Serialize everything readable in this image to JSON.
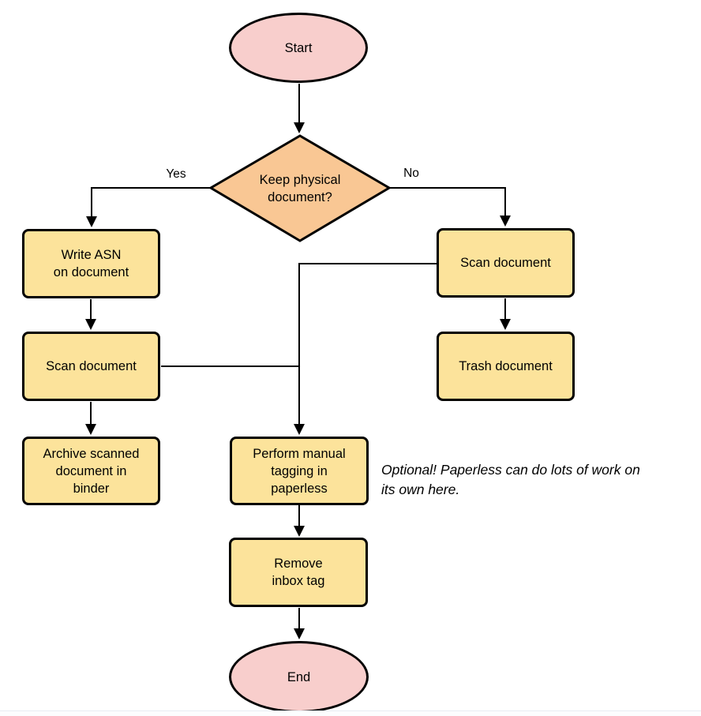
{
  "diagram": {
    "kind": "flowchart",
    "colors": {
      "process_fill": "#FCE39B",
      "decision_fill": "#F9C794",
      "terminator_fill": "#F8CECC",
      "stroke": "#000000"
    },
    "nodes": {
      "start": {
        "type": "terminator",
        "label": "Start"
      },
      "decision_keep_physical": {
        "type": "decision",
        "label": "Keep physical\ndocument?"
      },
      "write_asn": {
        "type": "process",
        "label": "Write ASN\non document"
      },
      "scan_document_left": {
        "type": "process",
        "label": "Scan document"
      },
      "archive_binder": {
        "type": "process",
        "label": "Archive scanned\ndocument in\nbinder"
      },
      "scan_document_right": {
        "type": "process",
        "label": "Scan document"
      },
      "trash_document": {
        "type": "process",
        "label": "Trash document"
      },
      "perform_tagging": {
        "type": "process",
        "label": "Perform manual\ntagging in\npaperless"
      },
      "remove_inbox_tag": {
        "type": "process",
        "label": "Remove\ninbox tag"
      },
      "end": {
        "type": "terminator",
        "label": "End"
      }
    },
    "edge_labels": {
      "yes": "Yes",
      "no": "No"
    },
    "annotation": "Optional! Paperless can do lots of work on\nits own here."
  }
}
